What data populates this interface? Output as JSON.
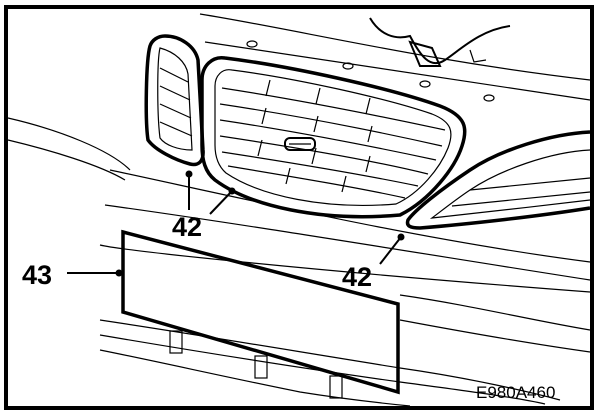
{
  "figure": {
    "code": "E980A460",
    "callouts": {
      "grille_a": "42",
      "grille_b": "42",
      "plate": "43"
    }
  }
}
